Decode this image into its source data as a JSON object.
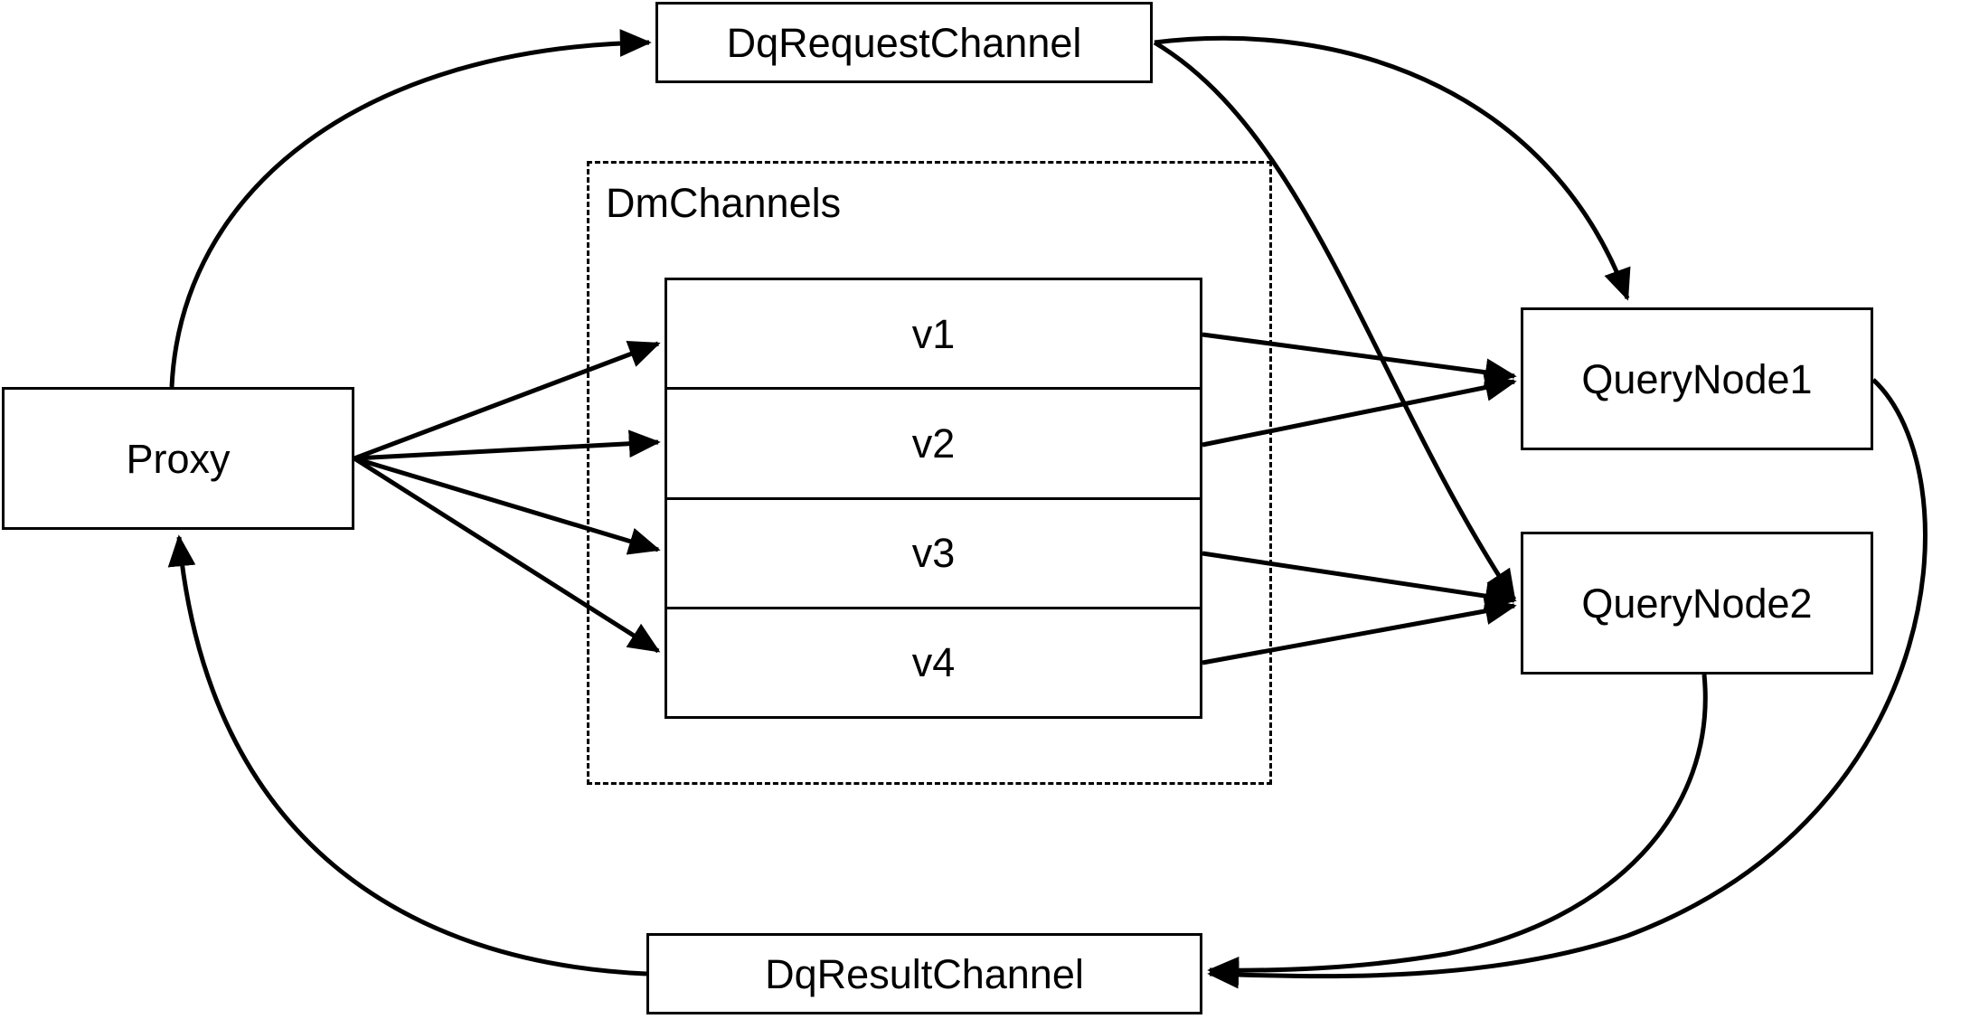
{
  "diagram": {
    "nodes": {
      "proxy": {
        "label": "Proxy"
      },
      "dq_request_channel": {
        "label": "DqRequestChannel"
      },
      "dq_result_channel": {
        "label": "DqResultChannel"
      },
      "query_node_1": {
        "label": "QueryNode1"
      },
      "query_node_2": {
        "label": "QueryNode2"
      }
    },
    "group": {
      "label": "DmChannels",
      "style": "dashed",
      "channels": [
        {
          "label": "v1"
        },
        {
          "label": "v2"
        },
        {
          "label": "v3"
        },
        {
          "label": "v4"
        }
      ]
    },
    "edges": [
      {
        "from": "Proxy",
        "to": "DqRequestChannel",
        "style": "curved",
        "arrow": "to"
      },
      {
        "from": "DqRequestChannel",
        "to": "QueryNode1",
        "style": "curved",
        "arrow": "to"
      },
      {
        "from": "DqRequestChannel",
        "to": "QueryNode2",
        "style": "curved",
        "arrow": "to"
      },
      {
        "from": "Proxy",
        "to": "v1",
        "style": "straight",
        "arrow": "to"
      },
      {
        "from": "Proxy",
        "to": "v2",
        "style": "straight",
        "arrow": "to"
      },
      {
        "from": "Proxy",
        "to": "v3",
        "style": "straight",
        "arrow": "to"
      },
      {
        "from": "Proxy",
        "to": "v4",
        "style": "straight",
        "arrow": "to"
      },
      {
        "from": "v1",
        "to": "QueryNode1",
        "style": "straight",
        "arrow": "to"
      },
      {
        "from": "v2",
        "to": "QueryNode1",
        "style": "straight",
        "arrow": "to"
      },
      {
        "from": "v3",
        "to": "QueryNode2",
        "style": "straight",
        "arrow": "to"
      },
      {
        "from": "v4",
        "to": "QueryNode2",
        "style": "straight",
        "arrow": "to"
      },
      {
        "from": "QueryNode1",
        "to": "DqResultChannel",
        "style": "curved",
        "arrow": "to"
      },
      {
        "from": "QueryNode2",
        "to": "DqResultChannel",
        "style": "curved",
        "arrow": "to"
      },
      {
        "from": "DqResultChannel",
        "to": "Proxy",
        "style": "curved",
        "arrow": "to"
      }
    ],
    "colors": {
      "stroke": "#000000",
      "background": "#ffffff",
      "text": "#000000"
    }
  }
}
